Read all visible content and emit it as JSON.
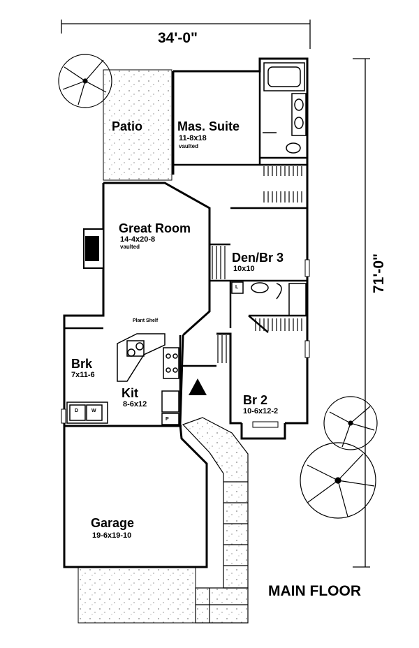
{
  "dimensions": {
    "width_label": "34'-0\"",
    "depth_label": "71'-0\""
  },
  "floor_label": "MAIN FLOOR",
  "rooms": {
    "patio": {
      "name": "Patio"
    },
    "master": {
      "name": "Mas. Suite",
      "size": "11-8x18",
      "note": "vaulted"
    },
    "great_room": {
      "name": "Great Room",
      "size": "14-4x20-8",
      "note": "vaulted"
    },
    "den": {
      "name": "Den/Br 3",
      "size": "10x10"
    },
    "breakfast": {
      "name": "Brk",
      "size": "7x11-6"
    },
    "kitchen": {
      "name": "Kit",
      "size": "8-6x12"
    },
    "bedroom2": {
      "name": "Br 2",
      "size": "10-6x12-2"
    },
    "garage": {
      "name": "Garage",
      "size": "19-6x19-10"
    }
  },
  "fixtures": {
    "plant_shelf": "Plant Shelf",
    "dryer": "D",
    "washer": "W",
    "linen": "L",
    "pantry": "P"
  }
}
